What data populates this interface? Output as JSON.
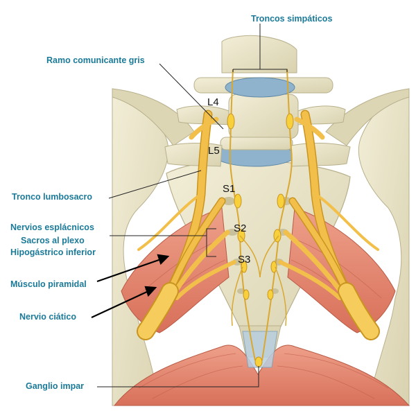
{
  "labels": {
    "troncos_simpaticos": "Troncos simpáticos",
    "ramo_comunicante_gris": "Ramo comunicante gris",
    "tronco_lumbosacro": "Tronco lumbosacro",
    "nervios_esplacnicos": "Nervios esplácnicos",
    "sacros_al_plexo": "Sacros al plexo",
    "hipogastrico_inferior": "Hipogástrico inferior",
    "musculo_piramidal": "Músculo piramidal",
    "nervio_ciatico": "Nervio ciático",
    "ganglio_impar": "Ganglio impar"
  },
  "levels": {
    "l4": "L4",
    "l5": "L5",
    "s1": "S1",
    "s2": "S2",
    "s3": "S3"
  },
  "colors": {
    "label_text": "#1a7a98",
    "bone": "#e9e4c8",
    "bone_shadow": "#cfc8a6",
    "disc": "#8fb3cc",
    "nerve": "#f2c04a",
    "nerve_dark": "#c99420",
    "muscle": "#e07a62",
    "muscle_light": "#f0a88e",
    "ganglion": "#f7d03c"
  }
}
